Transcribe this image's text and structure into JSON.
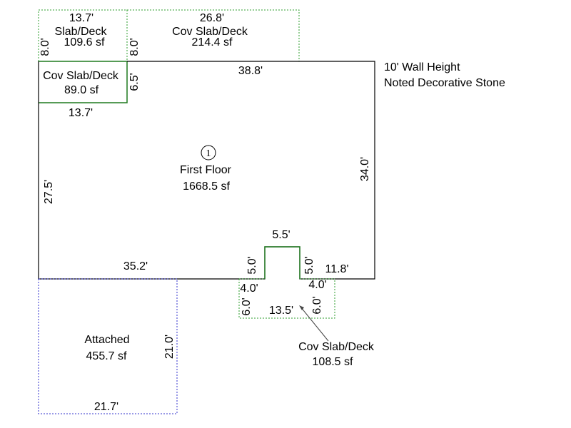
{
  "colors": {
    "wall": "#000000",
    "garage_outline": "#3333cc",
    "deck_outline": "#2e9e2e",
    "deck_solid": "#1f7a1f",
    "text": "#000000"
  },
  "notes": {
    "wall_height": "10' Wall Height",
    "stone": "Noted Decorative Stone"
  },
  "first_floor": {
    "marker": "1",
    "name": "First Floor",
    "area": "1668.5 sf",
    "dims": {
      "top": "38.8'",
      "right": "34.0'",
      "left": "27.5'",
      "bottom_left": "35.2'",
      "notch_top": "5.5'",
      "notch_left": "5.0'",
      "notch_right": "5.0'",
      "bottom_right": "11.8'",
      "porch_notch_w": "13.7'",
      "porch_notch_h": "6.5'"
    }
  },
  "deck_topleft": {
    "name": "Slab/Deck",
    "area": "109.6 sf",
    "width": "13.7'",
    "height": "8.0'"
  },
  "deck_topright": {
    "name": "Cov Slab/Deck",
    "area": "214.4 sf",
    "width": "26.8'",
    "height": "8.0'"
  },
  "deck_leftporch": {
    "name": "Cov Slab/Deck",
    "area": "89.0 sf"
  },
  "deck_front": {
    "name": "Cov Slab/Deck",
    "area": "108.5 sf",
    "width": "13.5'",
    "left_w": "4.0'",
    "right_w": "4.0'",
    "left_h": "6.0'",
    "right_h": "6.0'"
  },
  "garage": {
    "name": "Attached",
    "area": "455.7 sf",
    "width": "21.7'",
    "height": "21.0'"
  }
}
